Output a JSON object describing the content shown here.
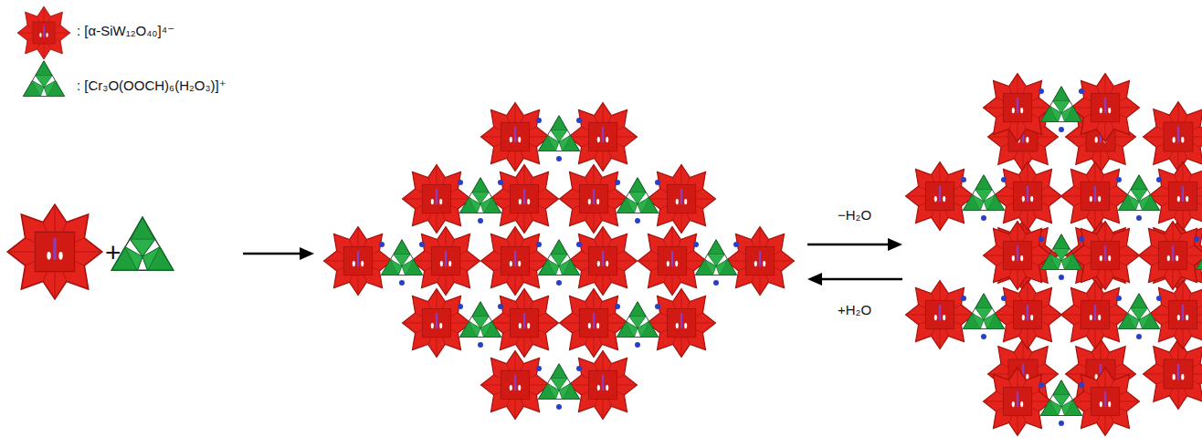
{
  "diagram": {
    "labels": [
      "+",
      "−H₂O",
      "+H₂O"
    ],
    "legend": [
      {
        "text": ": [α-SiW₁₂O₄₀]⁴⁻"
      },
      {
        "text": ": [Cr₃O(OOCH)₆(H₂O₃)]⁺"
      }
    ]
  }
}
